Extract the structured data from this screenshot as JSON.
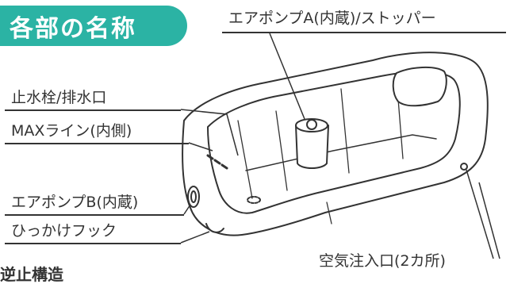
{
  "section_title": "各部の名称",
  "labels": {
    "air_pump_a": "エアポンプA(内蔵)/ストッパー",
    "drain_plug": "止水栓/排水口",
    "max_line": "MAXライン(内側)",
    "air_pump_b": "エアポンプB(内蔵)",
    "hook": "ひっかけフック",
    "air_inlet": "空気注入口(2カ所)",
    "backflow": "逆止構造"
  },
  "colors": {
    "accent": "#2bb3a4",
    "line": "#333333",
    "fill": "#ffffff"
  }
}
